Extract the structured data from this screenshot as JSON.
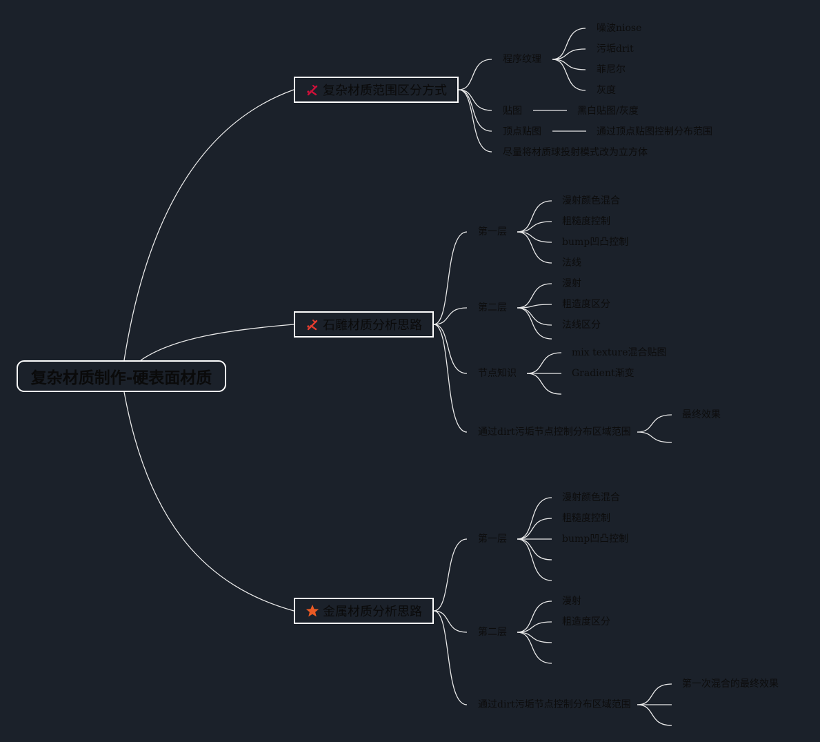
{
  "root": {
    "label": "复杂材质制作-硬表面材质"
  },
  "branches": [
    {
      "label": "复杂材质范围区分方式",
      "icon": "tools-icon",
      "icon_color": "#d0103a",
      "children": [
        {
          "label": "程序纹理",
          "children": [
            "噪波niose",
            "污垢drit",
            "菲尼尔",
            "灰度"
          ]
        },
        {
          "label": "贴图",
          "children": [
            "黑白贴图/灰度"
          ]
        },
        {
          "label": "顶点贴图",
          "children": [
            "通过顶点贴图控制分布范围"
          ]
        },
        {
          "label": "尽量将材质球投射模式改为立方体",
          "children": []
        }
      ]
    },
    {
      "label": "石雕材质分析思路",
      "icon": "tools-icon",
      "icon_color": "#e23d2f",
      "children": [
        {
          "label": "第一层",
          "children": [
            "漫射颜色混合",
            "粗糙度控制",
            "bump凹凸控制",
            "法线"
          ]
        },
        {
          "label": "第二层",
          "children": [
            "漫射",
            "粗造度区分",
            "法线区分",
            ""
          ]
        },
        {
          "label": "节点知识",
          "children": [
            "mix texture混合贴图",
            "Gradient渐变",
            ""
          ]
        },
        {
          "label": "通过dirt污垢节点控制分布区域范围",
          "children": [
            "最终效果",
            ""
          ]
        }
      ]
    },
    {
      "label": "金属材质分析思路",
      "icon": "star-icon",
      "icon_color": "#ea5a24",
      "children": [
        {
          "label": "第一层",
          "children": [
            "漫射颜色混合",
            "粗糙度控制",
            "bump凹凸控制",
            "",
            ""
          ]
        },
        {
          "label": "第二层",
          "children": [
            "漫射",
            "粗造度区分",
            "",
            ""
          ]
        },
        {
          "label": "通过dirt污垢节点控制分布区域范围",
          "children": [
            "第一次混合的最终效果",
            "",
            ""
          ]
        }
      ]
    }
  ]
}
